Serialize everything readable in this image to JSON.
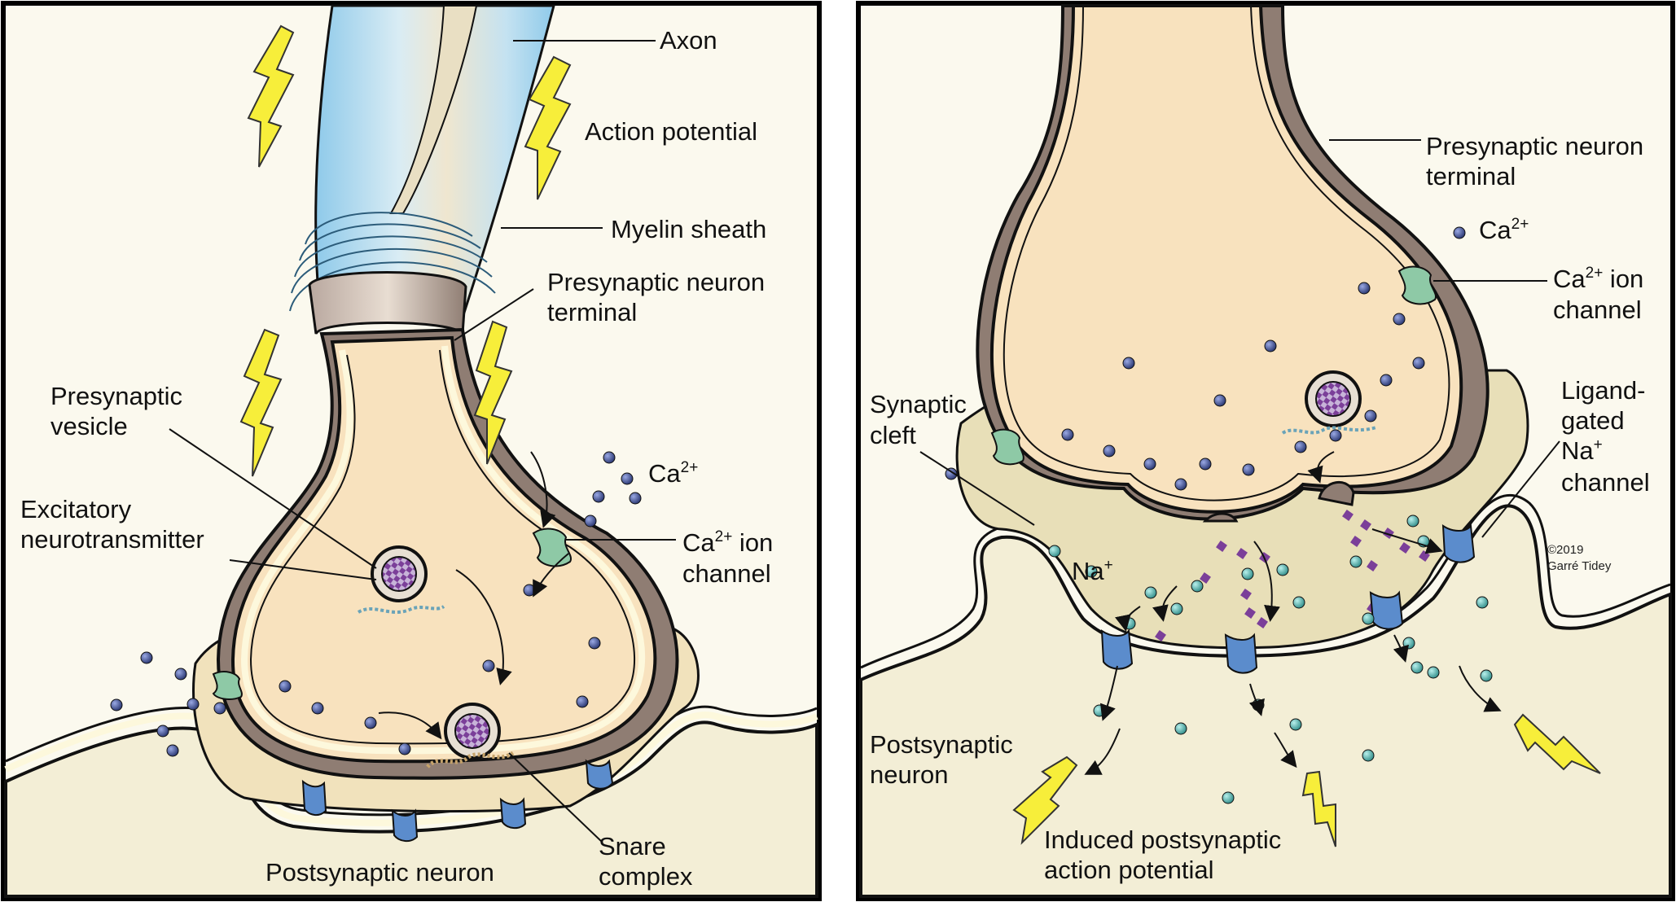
{
  "left_panel": {
    "labels": {
      "axon": "Axon",
      "action_potential": "Action potential",
      "myelin_sheath": "Myelin sheath",
      "presynaptic_terminal_line1": "Presynaptic neuron",
      "presynaptic_terminal_line2": "terminal",
      "presynaptic_vesicle_line1": "Presynaptic",
      "presynaptic_vesicle_line2": "vesicle",
      "excitatory_nt_line1": "Excitatory",
      "excitatory_nt_line2": "neurotransmitter",
      "ca_ion": "Ca",
      "ca_charge": "2+",
      "ca_channel_prefix": "Ca",
      "ca_channel_charge": "2+",
      "ca_channel_suffix": " ion",
      "ca_channel_line2": "channel",
      "snare_line1": "Snare",
      "snare_line2": "complex",
      "postsynaptic_neuron": "Postsynaptic neuron"
    }
  },
  "right_panel": {
    "labels": {
      "presynaptic_terminal_line1": "Presynaptic neuron",
      "presynaptic_terminal_line2": "terminal",
      "ca_ion": "Ca",
      "ca_charge": "2+",
      "ca_channel_prefix": "Ca",
      "ca_channel_charge": "2+",
      "ca_channel_suffix": " ion",
      "ca_channel_line2": "channel",
      "ligand_line1": "Ligand-",
      "ligand_line2": "gated",
      "ligand_line3_prefix": "Na",
      "ligand_line3_charge": "+",
      "ligand_line4": "channel",
      "synaptic_cleft_line1": "Synaptic",
      "synaptic_cleft_line2": "cleft",
      "na_ion": "Na",
      "na_charge": "+",
      "postsynaptic_line1": "Postsynaptic",
      "postsynaptic_line2": "neuron",
      "induced_line1": "Induced postsynaptic",
      "induced_line2": "action potential",
      "credit_line1": "©2019",
      "credit_line2": "Garré Tidey"
    }
  },
  "colors": {
    "cytoplasm": "#f8e2be",
    "membrane": "#fdf8dc",
    "postsynaptic": "#f3eed6",
    "myelin": "#a8d6ef",
    "axon_core": "#f2e3c2",
    "terminal_shadow": "#8f7d73",
    "calcium_ion": "#3d4f9c",
    "sodium_ion": "#4bb9b4",
    "ca_channel": "#8ec9a6",
    "na_channel": "#5b8ccc",
    "lightning": "#f7ee3a",
    "neurotransmitter": "#7b3f99"
  }
}
